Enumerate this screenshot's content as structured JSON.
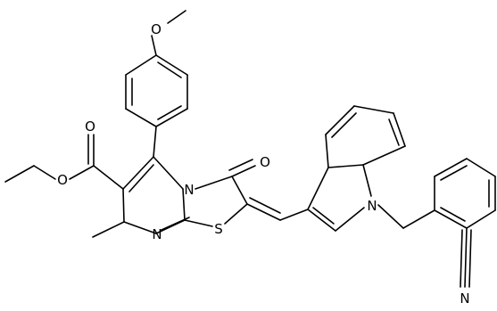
{
  "structure": {
    "atoms": {
      "methoxy_O": "O",
      "ester_carbonyl_O": "O",
      "ester_ether_O": "O",
      "ring_N": "N",
      "ring_N_imine": "N",
      "ring_S": "S",
      "ketone_O": "O",
      "indole_N": "N",
      "nitrile_N": "N"
    }
  },
  "colors": {
    "bond": "#000000",
    "background": "#ffffff"
  }
}
